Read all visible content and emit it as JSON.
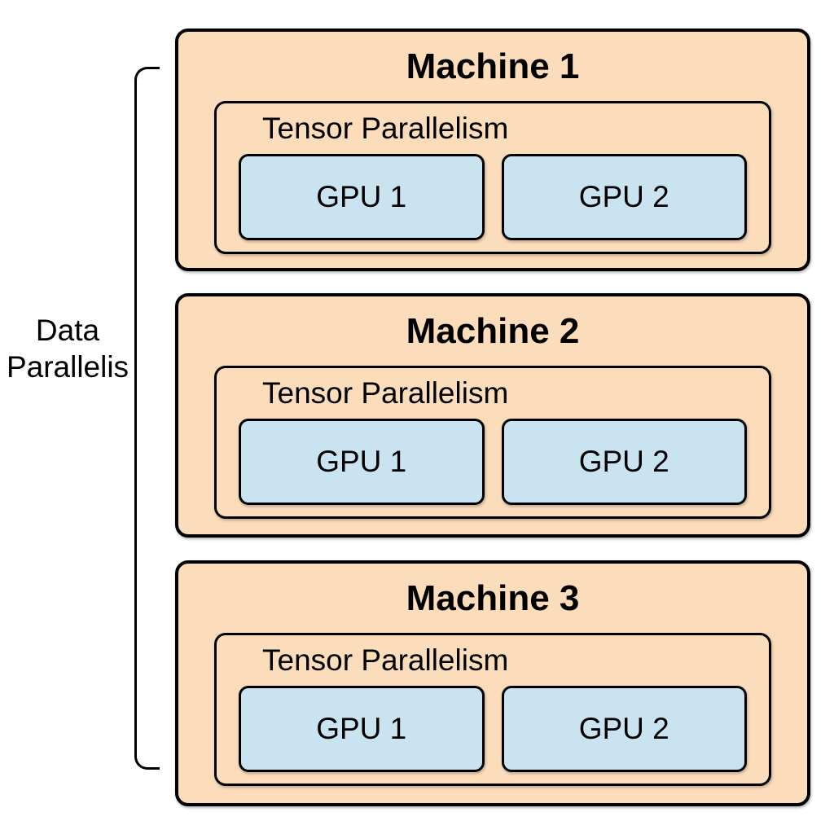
{
  "side_label": {
    "line1": "Data",
    "line2": "Parallelis"
  },
  "machines": [
    {
      "title": "Machine 1",
      "inner_label": "Tensor Parallelism",
      "gpus": [
        "GPU 1",
        "GPU 2"
      ]
    },
    {
      "title": "Machine 2",
      "inner_label": "Tensor Parallelism",
      "gpus": [
        "GPU 1",
        "GPU 2"
      ]
    },
    {
      "title": "Machine 3",
      "inner_label": "Tensor Parallelism",
      "gpus": [
        "GPU 1",
        "GPU 2"
      ]
    }
  ],
  "colors": {
    "machine_fill": "#fbdcbb",
    "gpu_fill": "#c9e3f0",
    "border": "#000000",
    "background": "#ffffff"
  }
}
